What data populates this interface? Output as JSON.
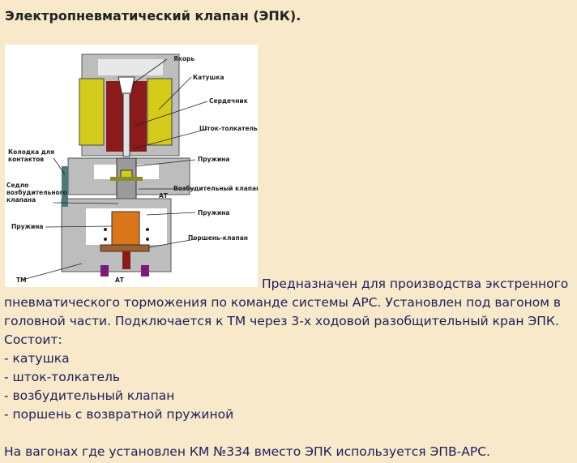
{
  "title": "Электропневматический клапан (ЭПК).",
  "figure": {
    "labels": {
      "anchor": "Якорь",
      "coil": "Катушка",
      "core": "Сердечник",
      "pushrod": "Шток-толкатель",
      "spring_top": "Пружина",
      "exciter_valve": "Возбудительный клапан",
      "spring_mid": "Пружина",
      "piston_valve": "Поршень-клапан",
      "contact_block_1": "Колодка для",
      "contact_block_2": "контактов",
      "seat_1": "Седло",
      "seat_2": "возбудительного",
      "seat_3": "клапана",
      "spring_left": "Пружина",
      "tm": "ТМ",
      "at_bottom": "АТ",
      "at_right": "АТ"
    }
  },
  "body": {
    "lead_text": "Предназначен для производства экстренного",
    "line2": "пневматического торможения по команде системы АРС. Установлен под вагоном в",
    "line3": "головной части. Подключается к ТМ через 3-х ходовой разобщительный кран ЭПК.",
    "consists": "Состоит:",
    "items": [
      "- катушка",
      "- шток-толкатель",
      "- возбудительный клапан",
      "- поршень с возвратной пружиной"
    ],
    "footer": "На вагонах где установлен КМ №334 вместо ЭПК используется ЭПВ-АРС."
  }
}
